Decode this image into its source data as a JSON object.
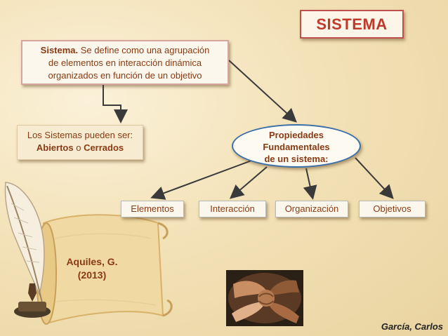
{
  "title": "SISTEMA",
  "definition": {
    "term": "Sistema.",
    "line1_rest": " Se define como una agrupación",
    "line2": "de elementos en interacción dinámica",
    "line3": "organizados en función de un objetivo"
  },
  "types": {
    "line1": "Los Sistemas pueden ser:",
    "open": "Abiertos",
    "connector": " o ",
    "closed": "Cerrados"
  },
  "properties_node": {
    "line1": "Propiedades",
    "line2": "Fundamentales",
    "line3": "de un sistema:"
  },
  "properties": [
    "Elementos",
    "Interacción",
    "Organización",
    "Objetivos"
  ],
  "author": {
    "name": "Aquiles, G.",
    "year": "(2013)"
  },
  "credit": "García, Carlos",
  "colors": {
    "text": "#8a3a12",
    "title_border": "#c0504d",
    "oval_border": "#3b6fa8",
    "arrow": "#3a3a3a"
  }
}
